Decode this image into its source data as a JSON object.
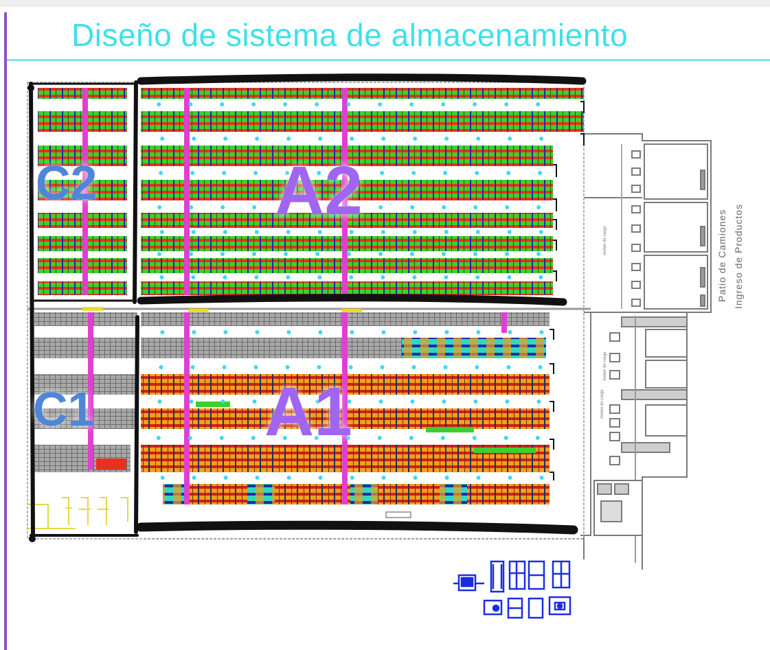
{
  "slide": {
    "title": "Diseño de sistema de almacenamiento"
  },
  "zones": {
    "a2": "A2",
    "a1": "A1",
    "c2": "C2",
    "c1": "C1"
  },
  "yard": {
    "label_1": "Patio de Camiones",
    "label_2": "Ingreso de Productos",
    "dock_label": "Anden de carga"
  },
  "colors": {
    "title": "#40e0e8",
    "zone_a": "#a066f0",
    "zone_c": "#4f86d8",
    "rack_green": "#3ecf2e",
    "rack_red": "#e83020",
    "rack_grey": "#9a9a9a",
    "column_magenta": "#e040d0",
    "column_cyan": "#40d8f0",
    "boundary": "#111111",
    "equipment": "#1a2ee0"
  }
}
